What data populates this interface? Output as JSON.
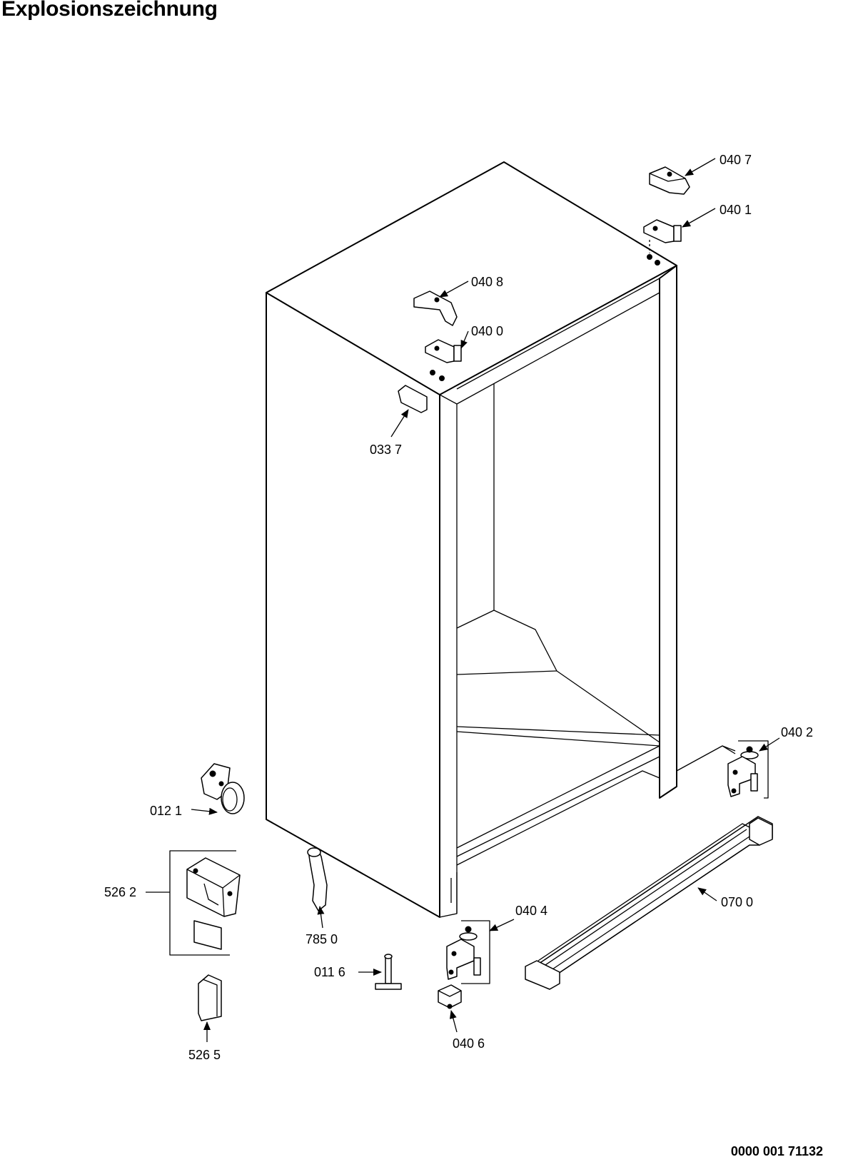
{
  "title": "Explosionszeichnung",
  "drawing_number": "0000 001 71132",
  "part_labels": {
    "p0407": "040 7",
    "p0401": "040 1",
    "p0408": "040 8",
    "p0400": "040 0",
    "p0337": "033 7",
    "p0402": "040 2",
    "p0121": "012 1",
    "p5262": "526 2",
    "p7850": "785 0",
    "p0404": "040 4",
    "p0700": "070 0",
    "p0116": "011 6",
    "p0406": "040 6",
    "p5265": "526 5"
  }
}
